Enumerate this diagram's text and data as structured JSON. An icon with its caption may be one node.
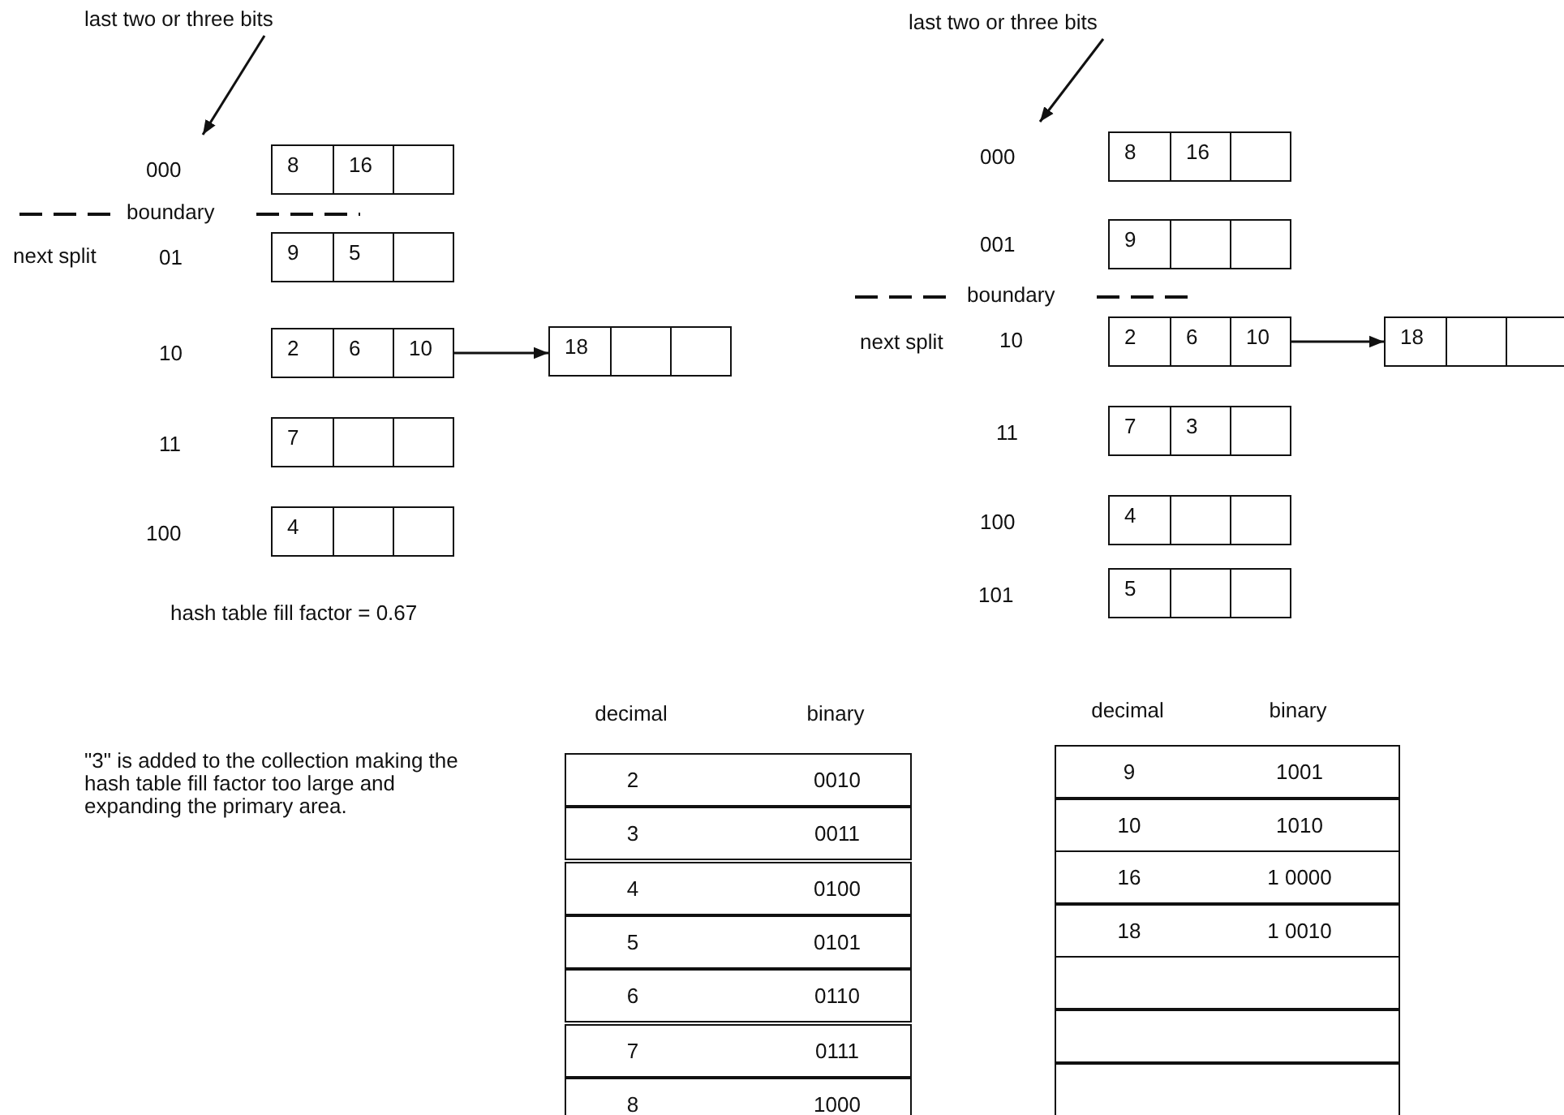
{
  "diagram": {
    "nodes": [
      {
        "text": [
          "last two or three bits"
        ]
      },
      {
        "text": [
          "8",
          "16"
        ]
      },
      {
        "text": [
          "9",
          "5"
        ]
      },
      {
        "text": [
          "2",
          "6",
          "10"
        ]
      },
      {
        "text": [
          "18"
        ]
      },
      {
        "text": [
          "7"
        ]
      },
      {
        "text": [
          "4"
        ]
      },
      {
        "text": [
          "last two or three bits"
        ]
      },
      {
        "text": [
          "8",
          "16"
        ]
      },
      {
        "text": [
          "9"
        ]
      },
      {
        "text": [
          "2",
          "6",
          "10"
        ]
      },
      {
        "text": [
          "18"
        ]
      },
      {
        "text": [
          "7",
          "3"
        ]
      },
      {
        "text": [
          "4"
        ]
      },
      {
        "text": [
          "5"
        ]
      }
    ],
    "edges": [
      {
        "from": 0,
        "to": 1,
        "arrow": "to"
      },
      {
        "from": 3,
        "to": 4,
        "arrow": "to"
      },
      {
        "from": 7,
        "to": 8,
        "arrow": "to"
      },
      {
        "from": 10,
        "to": 11,
        "arrow": "to"
      }
    ],
    "labels": [
      "000",
      "boundary",
      "next split",
      "01",
      "10",
      "11",
      "100",
      "hash table fill factor = 0.67",
      "000",
      "001",
      "boundary",
      "next split",
      "10",
      "11",
      "100",
      "101",
      "\"3\" is added to the collection making the hash table fill factor too large and expanding the primary area.",
      "decimal",
      "binary",
      "2",
      "0010",
      "3",
      "0011",
      "4",
      "0100",
      "5",
      "0101",
      "6",
      "0110",
      "7",
      "0111",
      "8",
      "1000",
      "decimal",
      "binary",
      "9",
      "1001",
      "10",
      "1010",
      "16",
      "1 0000",
      "18",
      "1 0010"
    ]
  }
}
